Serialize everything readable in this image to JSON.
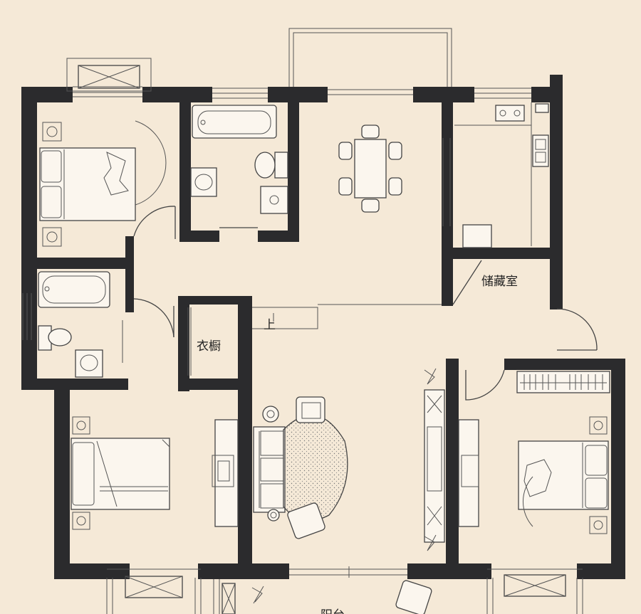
{
  "labels": {
    "storage": "储藏室",
    "wardrobe": "衣橱",
    "stairs_up": "上",
    "balcony": "阳台"
  },
  "colors": {
    "paper": "#f5e9d7",
    "wall": "#2b2b2d",
    "line": "#444444"
  }
}
